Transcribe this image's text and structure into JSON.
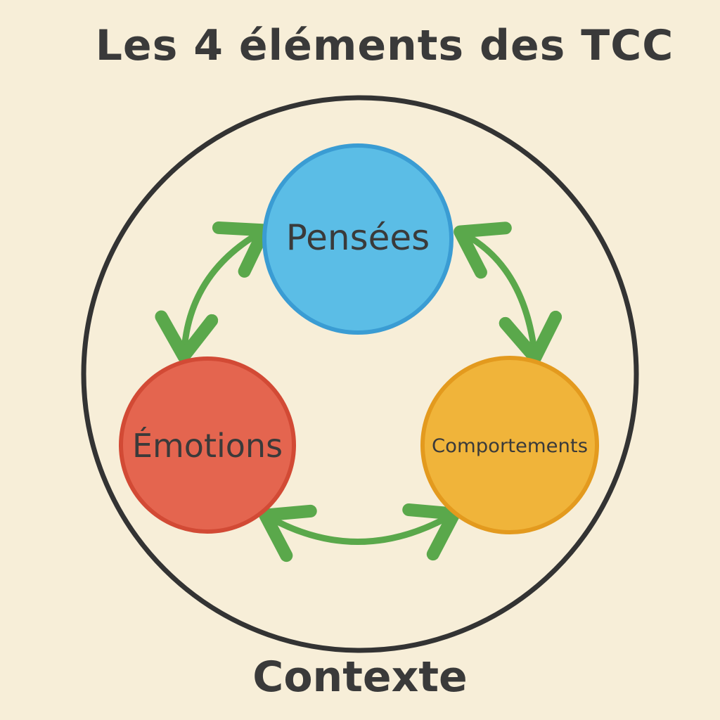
{
  "title": "Les 4 éléments des TCC",
  "context": {
    "label": "Contexte"
  },
  "nodes": {
    "thoughts": {
      "label": "Pensées",
      "color": "#5bbde6",
      "stroke": "#3a9cd3"
    },
    "emotions": {
      "label": "Émotions",
      "color": "#e4654f",
      "stroke": "#d24a35"
    },
    "behaviors": {
      "label": "Comportements",
      "color": "#f0b43a",
      "stroke": "#e39a1e"
    }
  },
  "colors": {
    "background": "#f7eed8",
    "arrow": "#5aa84b",
    "outline": "#333333"
  }
}
